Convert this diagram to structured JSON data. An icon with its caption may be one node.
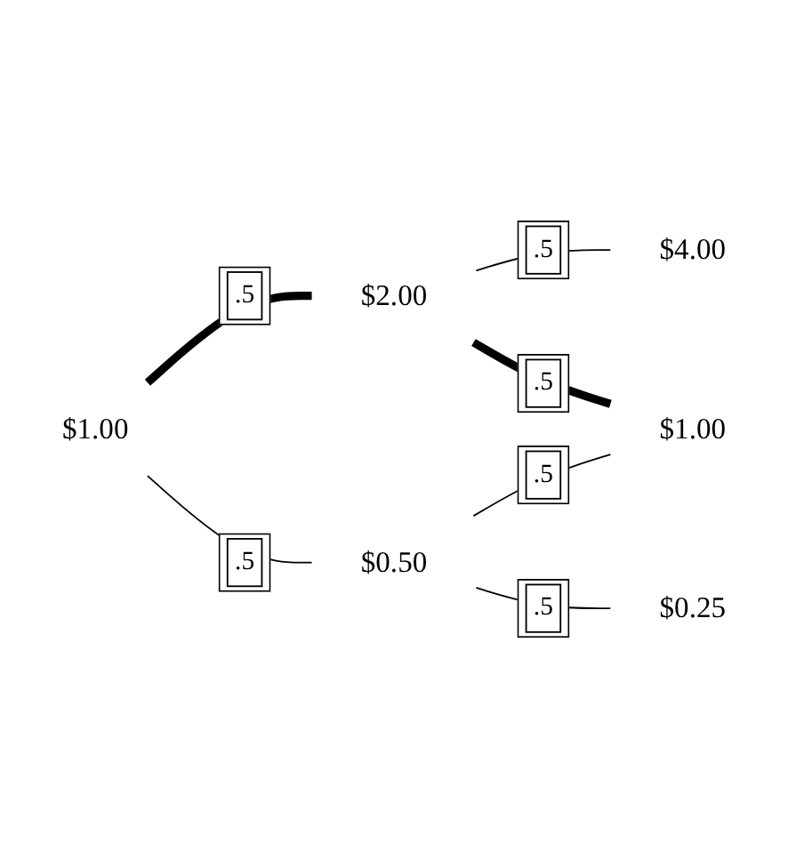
{
  "diagram": {
    "nodes": [
      {
        "text": [
          "$4.00"
        ]
      },
      {
        "text": [
          "$2.00"
        ]
      },
      {
        "text": [
          "$1.00"
        ]
      },
      {
        "text": [
          "$1.00"
        ]
      },
      {
        "text": [
          "$0.50"
        ]
      },
      {
        "text": [
          "$0.25"
        ]
      }
    ],
    "edges": [
      {
        "from": 2,
        "to": 1,
        "arrow": "none",
        "label": ".5",
        "style": "thick"
      },
      {
        "from": 2,
        "to": 4,
        "arrow": "none",
        "label": ".5"
      },
      {
        "from": 1,
        "to": 0,
        "arrow": "none",
        "label": ".5"
      },
      {
        "from": 1,
        "to": 3,
        "arrow": "none",
        "label": ".5",
        "style": "thick"
      },
      {
        "from": 4,
        "to": 3,
        "arrow": "none",
        "label": ".5"
      },
      {
        "from": 4,
        "to": 5,
        "arrow": "none",
        "label": ".5"
      }
    ]
  }
}
